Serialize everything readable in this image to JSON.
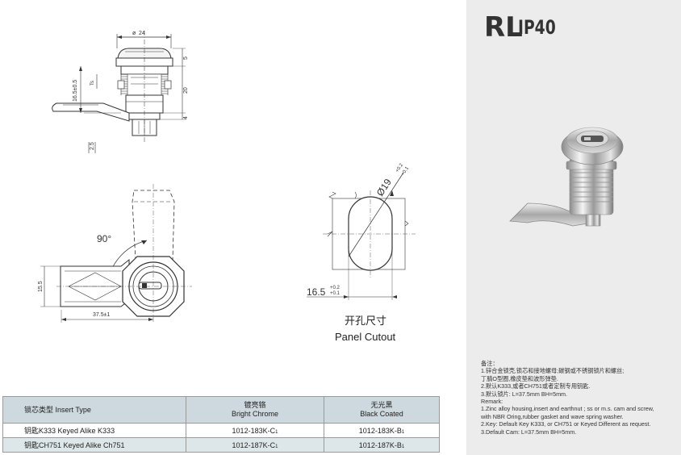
{
  "dimensions": {
    "diameter_top": "24",
    "height_1": "16.5±0.5",
    "small_1": "Ts",
    "right_5": "5",
    "right_20": "20",
    "right_4": "4",
    "bottom_2_5": "2.5",
    "angle": "90°",
    "side_15_5": "15.5",
    "length": "37.5±1",
    "cutout_diameter": "Ø19",
    "cutout_diameter_tol_upper": "+0.2",
    "cutout_diameter_tol_lower": "+0.1",
    "cutout_width": "16.5",
    "cutout_width_tol_upper": "+0.2",
    "cutout_width_tol_lower": "+0.1"
  },
  "cutout": {
    "title_cn": "开孔尺寸",
    "title_en": "Panel Cutout"
  },
  "badges": {
    "rl": "RL",
    "ip": "IP40"
  },
  "notes": {
    "heading": "备注：",
    "lines": [
      "1.锌合金锁壳,锁芯和接地螺母;碳钢或不锈钢锁片和螺丝;",
      "丁腈O型圈,橡皮垫和波形弹垫.",
      "2.默认K333,或者CH751或者定制专用钥匙.",
      "3.默认锁片: L=37.5mm BH=5mm.",
      "Remark:",
      "1.Zinc alloy housing,insert and earthnut ; ss or m.s. cam and screw,",
      "with NBR Oring,rubber gasket and wave spring washer.",
      "2.Key: Default Key K333, or CH751 or Keyed Different as request.",
      "3.Default Cam:   L=37.5mm BH=5mm."
    ]
  },
  "table": {
    "header": {
      "col1": "锁芯类型 Insert Type",
      "col2_cn": "镀亮铬",
      "col2_en": "Bright Chrome",
      "col3_cn": "无光黑",
      "col3_en": "Black Coated"
    },
    "rows": [
      {
        "insert": "钥匙K333 Keyed Alike K333",
        "chrome": "1012-183K-C",
        "chrome_sub": "1",
        "black": "1012-183K-B",
        "black_sub": "1"
      },
      {
        "insert": "钥匙CH751 Keyed Alike Ch751",
        "chrome": "1012-187K-C",
        "chrome_sub": "1",
        "black": "1012-187K-B",
        "black_sub": "1"
      }
    ]
  }
}
